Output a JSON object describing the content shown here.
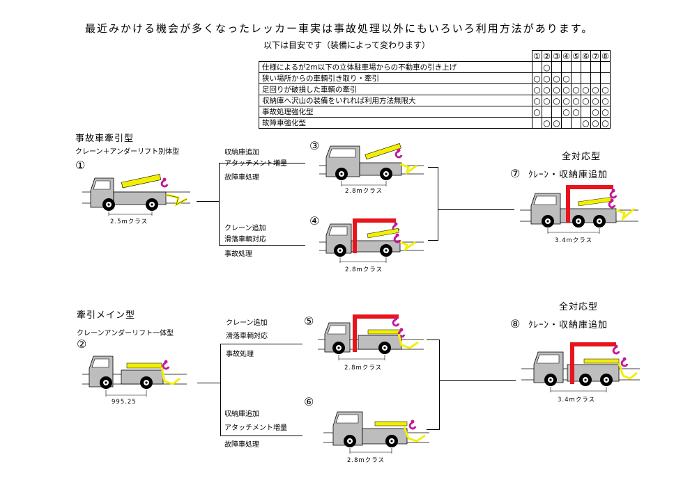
{
  "title": "最近みかける機会が多くなったレッカー車実は事故処理以外にもいろいろ利用方法があります。",
  "table_note": "以下は目安です（装備によって変わります）",
  "table": {
    "columns": [
      "①",
      "②",
      "③",
      "④",
      "⑤",
      "⑥",
      "⑦",
      "⑧"
    ],
    "rows": [
      {
        "label": "仕様によるが2m以下の立体駐車場からの不動車の引き上げ",
        "marks": [
          "",
          "○",
          "",
          "",
          "",
          "",
          "",
          ""
        ]
      },
      {
        "label": "狭い場所からの車輌引き取り・牽引",
        "marks": [
          "○",
          "○",
          "○",
          "○",
          "",
          "",
          "",
          ""
        ]
      },
      {
        "label": "足回りが破損した車輌の牽引",
        "marks": [
          "○",
          "○",
          "○",
          "○",
          "○",
          "○",
          "○",
          "○"
        ]
      },
      {
        "label": "収納庫へ沢山の装備をいれれば利用方法無限大",
        "marks": [
          "○",
          "○",
          "○",
          "○",
          "○",
          "○",
          "○",
          "○"
        ]
      },
      {
        "label": "事故処理強化型",
        "marks": [
          "○",
          "",
          "",
          "○",
          "○",
          "",
          "○",
          "○"
        ]
      },
      {
        "label": "故障車強化型",
        "marks": [
          "",
          "○",
          "○",
          "",
          "",
          "○",
          "○",
          "○"
        ]
      }
    ]
  },
  "group1": {
    "title": "事故車牽引型",
    "subtitle": "クレーン＋アンダーリフト別体型",
    "num": "①",
    "caption": "2.5mクラス"
  },
  "group2": {
    "title": "牽引メイン型",
    "subtitle": "クレーンアンダーリフト一体型",
    "num": "②",
    "caption": "995.25"
  },
  "branches": {
    "b1_line1": "収納庫追加",
    "b1_line2": "アタッチメント増量",
    "b1_line3": "故障車処理",
    "b2_line1": "クレーン追加",
    "b2_line2": "滑落車輌対応",
    "b2_line3": "事故処理",
    "b3_line1": "クレーン追加",
    "b3_line2": "滑落車輌対応",
    "b3_line3": "事故処理",
    "b4_line1": "収納庫追加",
    "b4_line2": "アタッチメント増量",
    "b4_line3": "故障車処理"
  },
  "trucks": {
    "t3": {
      "num": "③",
      "caption": "2.8mクラス"
    },
    "t4": {
      "num": "④",
      "caption": "2.8mクラス"
    },
    "t5": {
      "num": "⑤",
      "caption": "2.8mクラス"
    },
    "t6": {
      "num": "⑥",
      "caption": "2.8mクラス"
    },
    "t7": {
      "num": "⑦",
      "heading": "全対応型",
      "label": "ｸﾚｰﾝ・収納庫追加",
      "caption": "3.4mクラス"
    },
    "t8": {
      "num": "⑧",
      "heading": "全対応型",
      "label": "ｸﾚｰﾝ・収納庫追加",
      "caption": "3.4mクラス"
    }
  },
  "colors": {
    "boom_yellow": "#f2f000",
    "crane_red": "#e8141b",
    "body_gray": "#bdbdbd",
    "hook_magenta": "#c2189a"
  }
}
